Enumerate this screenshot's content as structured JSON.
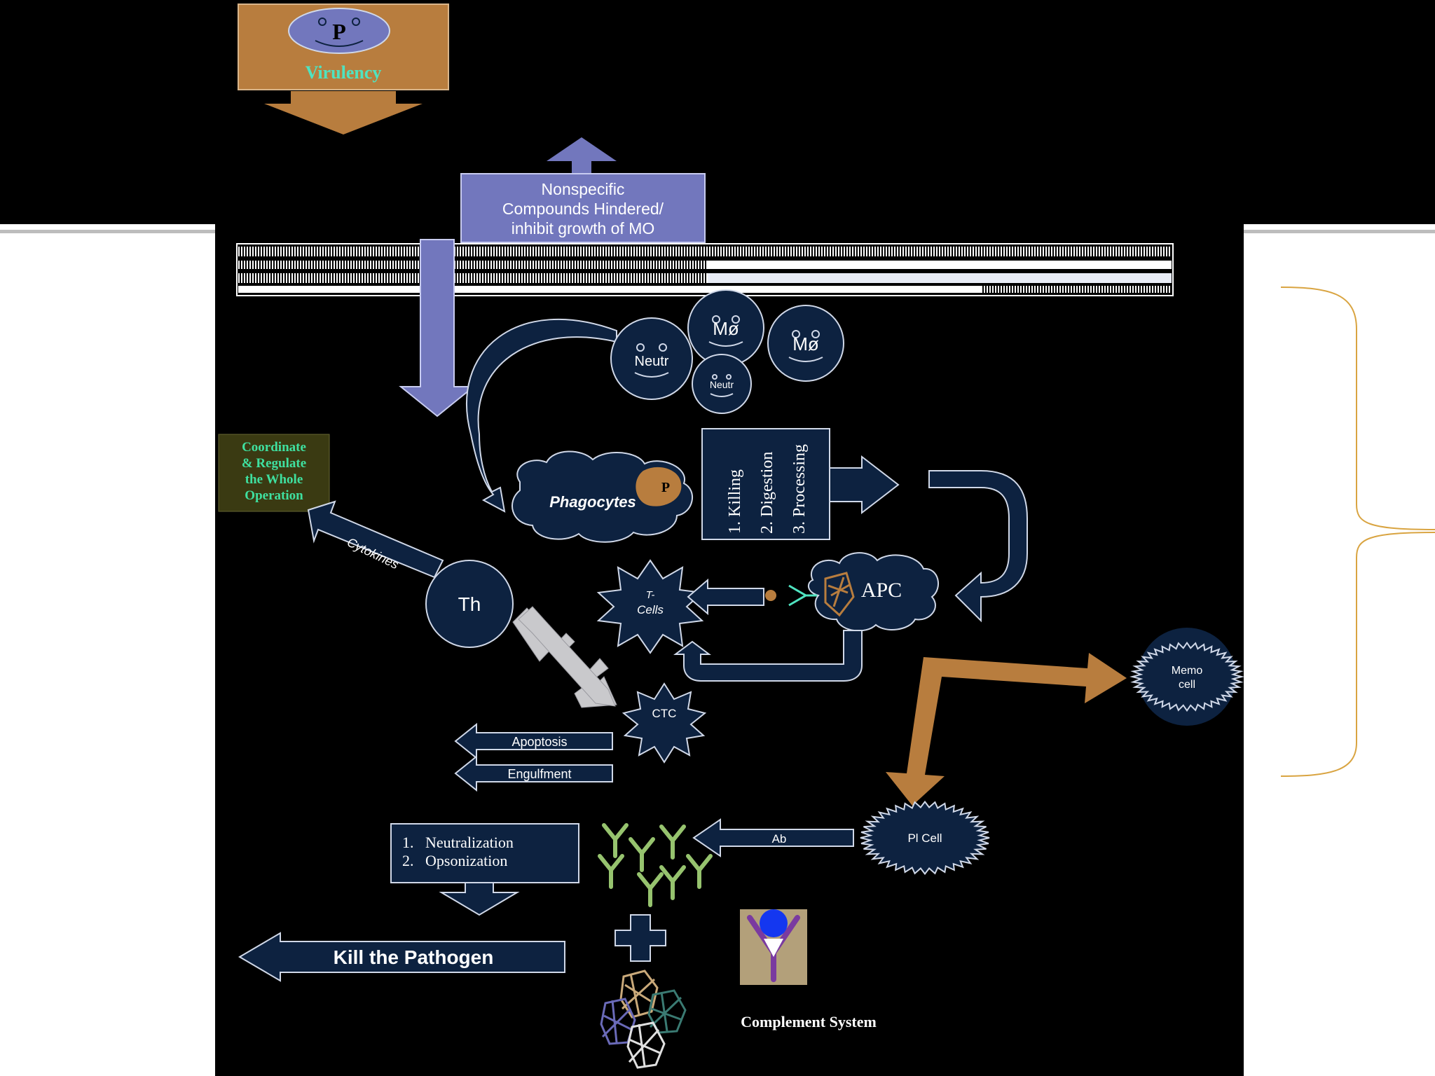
{
  "colors": {
    "background": "#000000",
    "navy": "#0d2240",
    "navy_stroke": "#d0d8e8",
    "periwinkle": "#7277bd",
    "tan": "#b87d3e",
    "light_teal": "#4fe3c0",
    "coordinate_box": "#3a3a12",
    "coordinate_text": "#3fe0a0",
    "antibody_green": "#96c36e",
    "bracket": "#d9a441",
    "th_arrow_grey": "#c9c9cc",
    "complement_purple": "#7a3aa0",
    "complement_blue": "#1437f0",
    "complement_tan": "#b3a07a"
  },
  "pathogen": {
    "letter": "P",
    "virulency_label": "Virulency"
  },
  "nonspecific": {
    "line1": "Nonspecific",
    "line2": "Compounds Hindered/",
    "line3": "inhibit growth of MO"
  },
  "cells": {
    "neutr_large": "Neutr",
    "neutr_small": "Neutr",
    "macrophage_1": "Mø",
    "macrophage_2": "Mø"
  },
  "phagocytes": {
    "label": "Phagocytes",
    "pathogen_letter": "P"
  },
  "processing": {
    "step1": "1. Killing",
    "step2": "2. Digestion",
    "step3": "3. Processing"
  },
  "apc": {
    "label": "APC"
  },
  "t_cells": {
    "line1": "T-",
    "line2": "Cells"
  },
  "coordinate": {
    "line1": "Coordinate",
    "line2": "& Regulate",
    "line3": "the Whole",
    "line4": "Operation"
  },
  "cytokines": {
    "label": "Cytokines"
  },
  "th": {
    "label": "Th"
  },
  "ctc": {
    "label": "CTC"
  },
  "ctc_effects": {
    "apoptosis": "Apoptosis",
    "engulfment": "Engulfment"
  },
  "memo_cell": {
    "line1": "Memo",
    "line2": "cell"
  },
  "pl_cell": {
    "label": "Pl Cell"
  },
  "ab": {
    "label": "Ab"
  },
  "ab_functions": {
    "line1": "1.   Neutralization",
    "line2": "2.   Opsonization"
  },
  "kill": {
    "label": "Kill the Pathogen"
  },
  "complement": {
    "label": "Complement System"
  }
}
